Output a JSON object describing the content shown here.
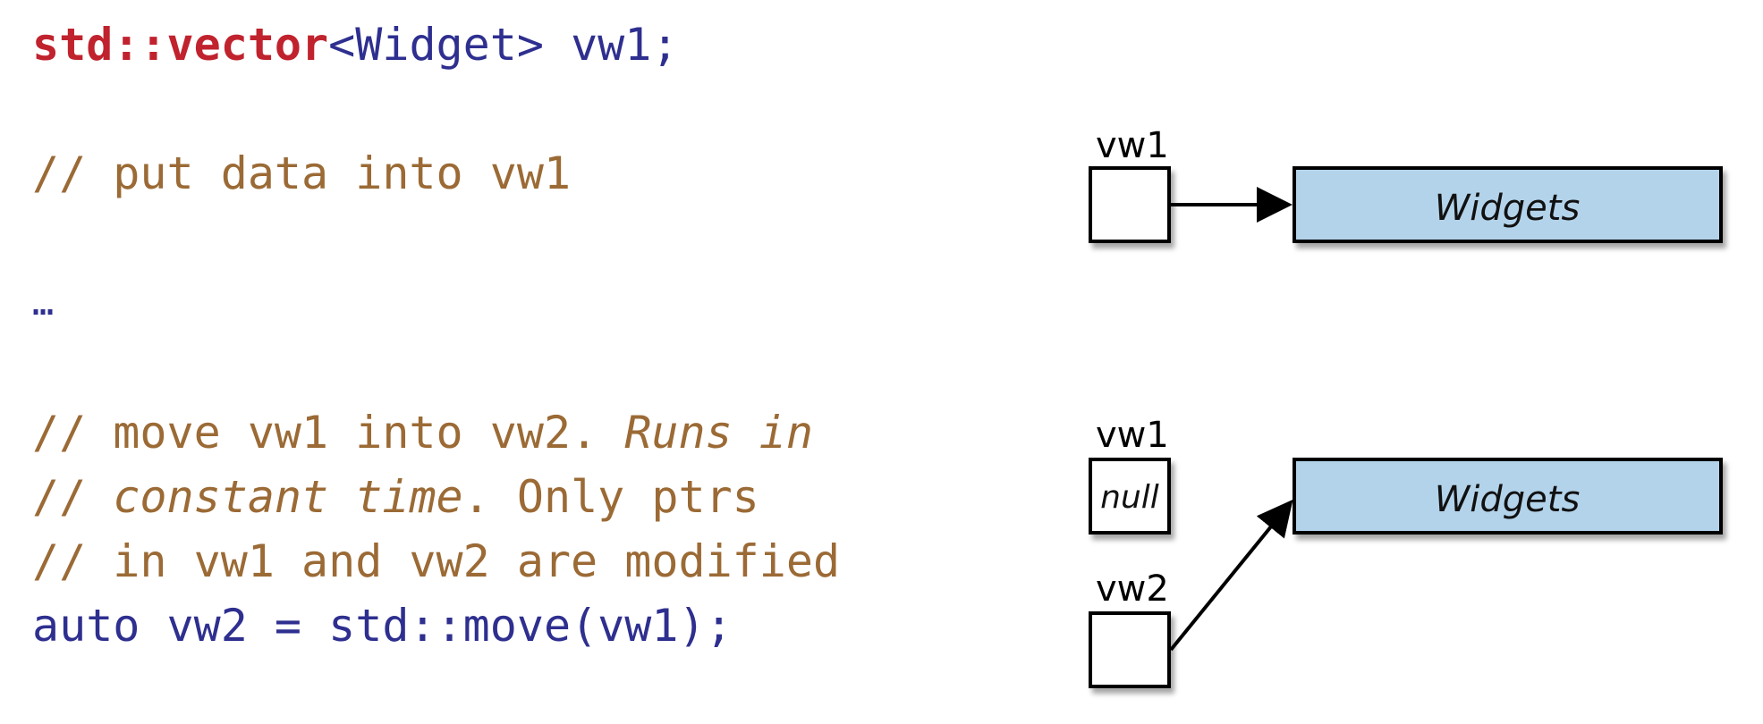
{
  "code": {
    "line1": {
      "type": "std::vector",
      "rest": "<Widget> vw1;"
    },
    "line2": "// put data into vw1",
    "line3": "…",
    "line4": {
      "plain": "// move vw1 into vw2. ",
      "italic": "Runs in"
    },
    "line5": {
      "prefix": "// ",
      "italic": "constant time",
      "rest": ". Only ptrs"
    },
    "line6": "// in vw1 and vw2 are modified",
    "line7": "auto vw2 = std::move(vw1);"
  },
  "diagram_top": {
    "pointer_label": "vw1",
    "target_label": "Widgets"
  },
  "diagram_bottom": {
    "pointer1_label": "vw1",
    "pointer1_value": "null",
    "pointer2_label": "vw2",
    "target_label": "Widgets"
  },
  "colors": {
    "keyword": "#c0232e",
    "code": "#2e2f8f",
    "comment": "#9b6a35",
    "widget_fill": "#b3d3ea"
  }
}
